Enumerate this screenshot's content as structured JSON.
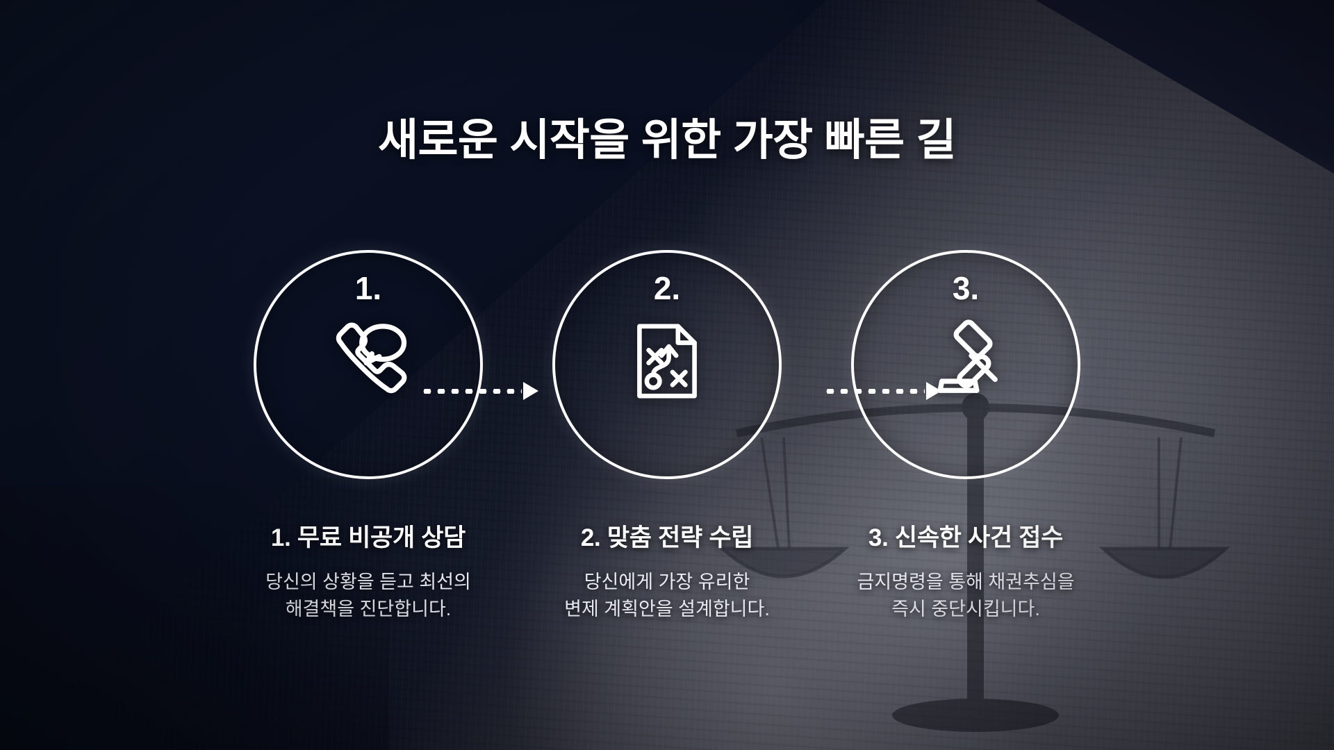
{
  "slide": {
    "title": "새로운 시작을 위한 가장 빠른 길",
    "background": {
      "base_color": "#0b1020",
      "accent_color": "#ffffff",
      "photo_tone": "#3a3c48",
      "description": "어두운 남색 배경 위 대각선 분할, 오른쪽 하단에 정의의 저울 사진"
    }
  },
  "steps": [
    {
      "number": "1.",
      "icon": "phone-chat-icon",
      "label": "1. 무료 비공개 상담",
      "desc_line1": "당신의 상황을 듣고 최선의",
      "desc_line2": "해결책을 진단합니다."
    },
    {
      "number": "2.",
      "icon": "strategy-document-icon",
      "label": "2. 맞춤 전략 수립",
      "desc_line1": "당신에게 가장 유리한",
      "desc_line2": "변제 계획안을 설계합니다."
    },
    {
      "number": "3.",
      "icon": "gavel-icon",
      "label": "3. 신속한 사건 접수",
      "desc_line1": "금지명령을 통해 채권추심을",
      "desc_line2": "즉시 중단시킵니다."
    }
  ],
  "connectors": [
    {
      "name": "arrow-step1-to-step2",
      "style": "dotted-arrow-right"
    },
    {
      "name": "arrow-step2-to-step3",
      "style": "dotted-arrow-right"
    }
  ]
}
